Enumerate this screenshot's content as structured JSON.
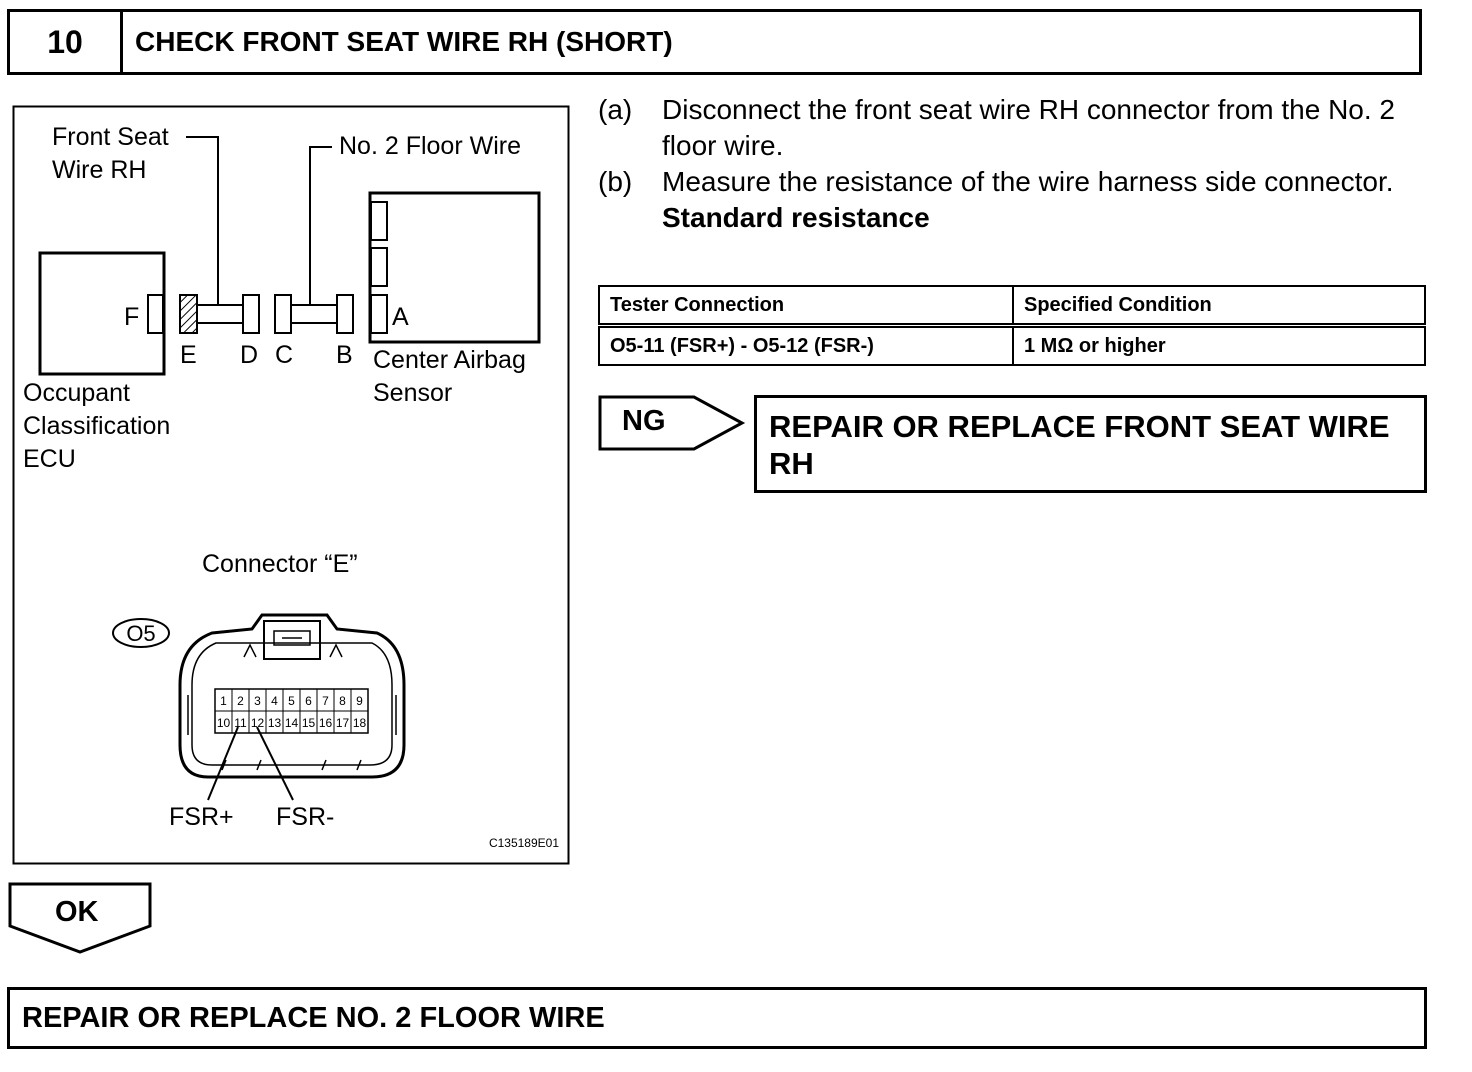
{
  "step": {
    "number": "10",
    "title": "CHECK FRONT SEAT WIRE RH (SHORT)"
  },
  "diagram": {
    "label_front_seat_line1": "Front Seat",
    "label_front_seat_line2": "Wire RH",
    "label_floor_wire": "No. 2 Floor Wire",
    "connector_letters": [
      "F",
      "E",
      "D",
      "C",
      "B",
      "A"
    ],
    "label_center_line1": "Center Airbag",
    "label_center_line2": "Sensor",
    "label_occupant_line1": "Occupant",
    "label_occupant_line2": "Classification",
    "label_occupant_line3": "ECU",
    "connector_title": "Connector “E”",
    "connector_code": "O5",
    "pins_row1": [
      "1",
      "2",
      "3",
      "4",
      "5",
      "6",
      "7",
      "8",
      "9"
    ],
    "pins_row2": [
      "10",
      "11",
      "12",
      "13",
      "14",
      "15",
      "16",
      "17",
      "18"
    ],
    "label_fsr_plus": "FSR+",
    "label_fsr_minus": "FSR-",
    "figure_id": "C135189E01"
  },
  "instructions": [
    {
      "letter": "(a)",
      "text": "Disconnect the front seat wire RH connector from the No. 2 floor wire."
    },
    {
      "letter": "(b)",
      "text": "Measure the resistance of the wire harness side connector."
    }
  ],
  "standard_label": "Standard resistance",
  "table": {
    "headers": [
      "Tester Connection",
      "Specified Condition"
    ],
    "rows": [
      [
        "O5-11 (FSR+) - O5-12 (FSR-)",
        "1 MΩ or higher"
      ]
    ]
  },
  "ng": {
    "label": "NG",
    "action": "REPAIR OR REPLACE FRONT SEAT WIRE RH"
  },
  "ok": {
    "label": "OK",
    "action": "REPAIR OR REPLACE NO. 2 FLOOR WIRE"
  }
}
